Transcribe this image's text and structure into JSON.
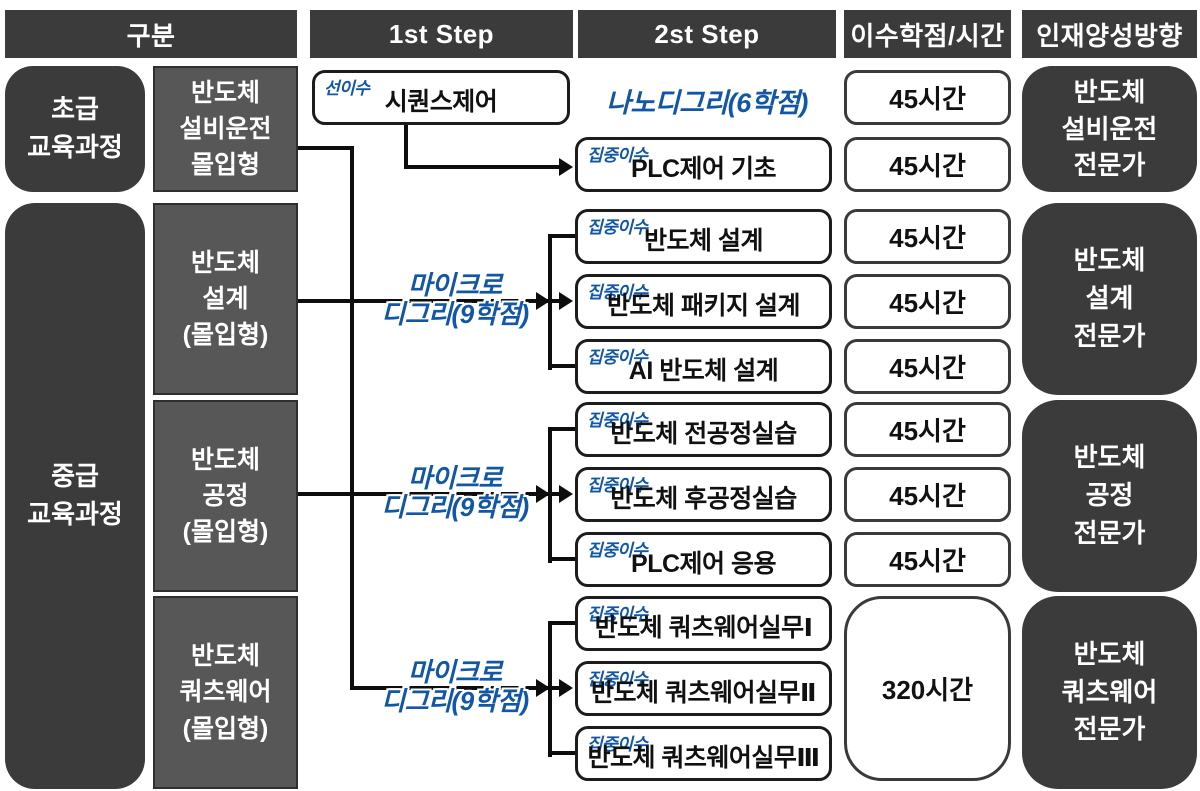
{
  "palette": {
    "dark_box": "#3b3b3b",
    "gray_box": "#575757",
    "accent_blue": "#1257a5",
    "line_black": "#0d0d0d"
  },
  "headers": {
    "category": "구분",
    "step1": "1st Step",
    "step2": "2st Step",
    "hours": "이수학점/시간",
    "direction": "인재양성방향"
  },
  "levels": {
    "beginner": {
      "line1": "초급",
      "line2": "교육과정"
    },
    "intermediate": {
      "line1": "중급",
      "line2": "교육과정"
    }
  },
  "sections": {
    "equipment": {
      "category": {
        "line1": "반도체",
        "line2": "설비운전",
        "line3": "몰입형"
      },
      "prereq": {
        "tag": "선이수",
        "title": "시퀀스제어"
      },
      "degree": "나노디그리(6학점)",
      "course": {
        "tag": "집중이수",
        "title": "PLC제어 기초"
      },
      "hours1": "45시간",
      "hours2": "45시간",
      "outcome": {
        "line1": "반도체",
        "line2": "설비운전",
        "line3": "전문가"
      }
    },
    "design": {
      "category": {
        "line1": "반도체",
        "line2": "설계",
        "line3": "(몰입형)"
      },
      "degree": {
        "line1": "마이크로",
        "line2": "디그리(9학점)"
      },
      "courses": [
        {
          "tag": "집중이수",
          "title": "반도체 설계",
          "hours": "45시간"
        },
        {
          "tag": "집중이수",
          "title": "반도체 패키지 설계",
          "hours": "45시간"
        },
        {
          "tag": "집중이수",
          "title": "AI 반도체 설계",
          "hours": "45시간"
        }
      ],
      "outcome": {
        "line1": "반도체",
        "line2": "설계",
        "line3": "전문가"
      }
    },
    "process": {
      "category": {
        "line1": "반도체",
        "line2": "공정",
        "line3": "(몰입형)"
      },
      "degree": {
        "line1": "마이크로",
        "line2": "디그리(9학점)"
      },
      "courses": [
        {
          "tag": "집중이수",
          "title": "반도체 전공정실습",
          "hours": "45시간"
        },
        {
          "tag": "집중이수",
          "title": "반도체 후공정실습",
          "hours": "45시간"
        },
        {
          "tag": "집중이수",
          "title": "PLC제어 응용",
          "hours": "45시간"
        }
      ],
      "outcome": {
        "line1": "반도체",
        "line2": "공정",
        "line3": "전문가"
      }
    },
    "quartzware": {
      "category": {
        "line1": "반도체",
        "line2": "쿼츠웨어",
        "line3": "(몰입형)"
      },
      "degree": {
        "line1": "마이크로",
        "line2": "디그리(9학점)"
      },
      "courses": [
        {
          "tag": "집중이수",
          "title": "반도체 쿼츠웨어실무Ⅰ"
        },
        {
          "tag": "집중이수",
          "title": "반도체 쿼츠웨어실무Ⅱ"
        },
        {
          "tag": "집중이수",
          "title": "반도체 쿼츠웨어실무Ⅲ"
        }
      ],
      "hours": "320시간",
      "outcome": {
        "line1": "반도체",
        "line2": "쿼츠웨어",
        "line3": "전문가"
      }
    }
  }
}
